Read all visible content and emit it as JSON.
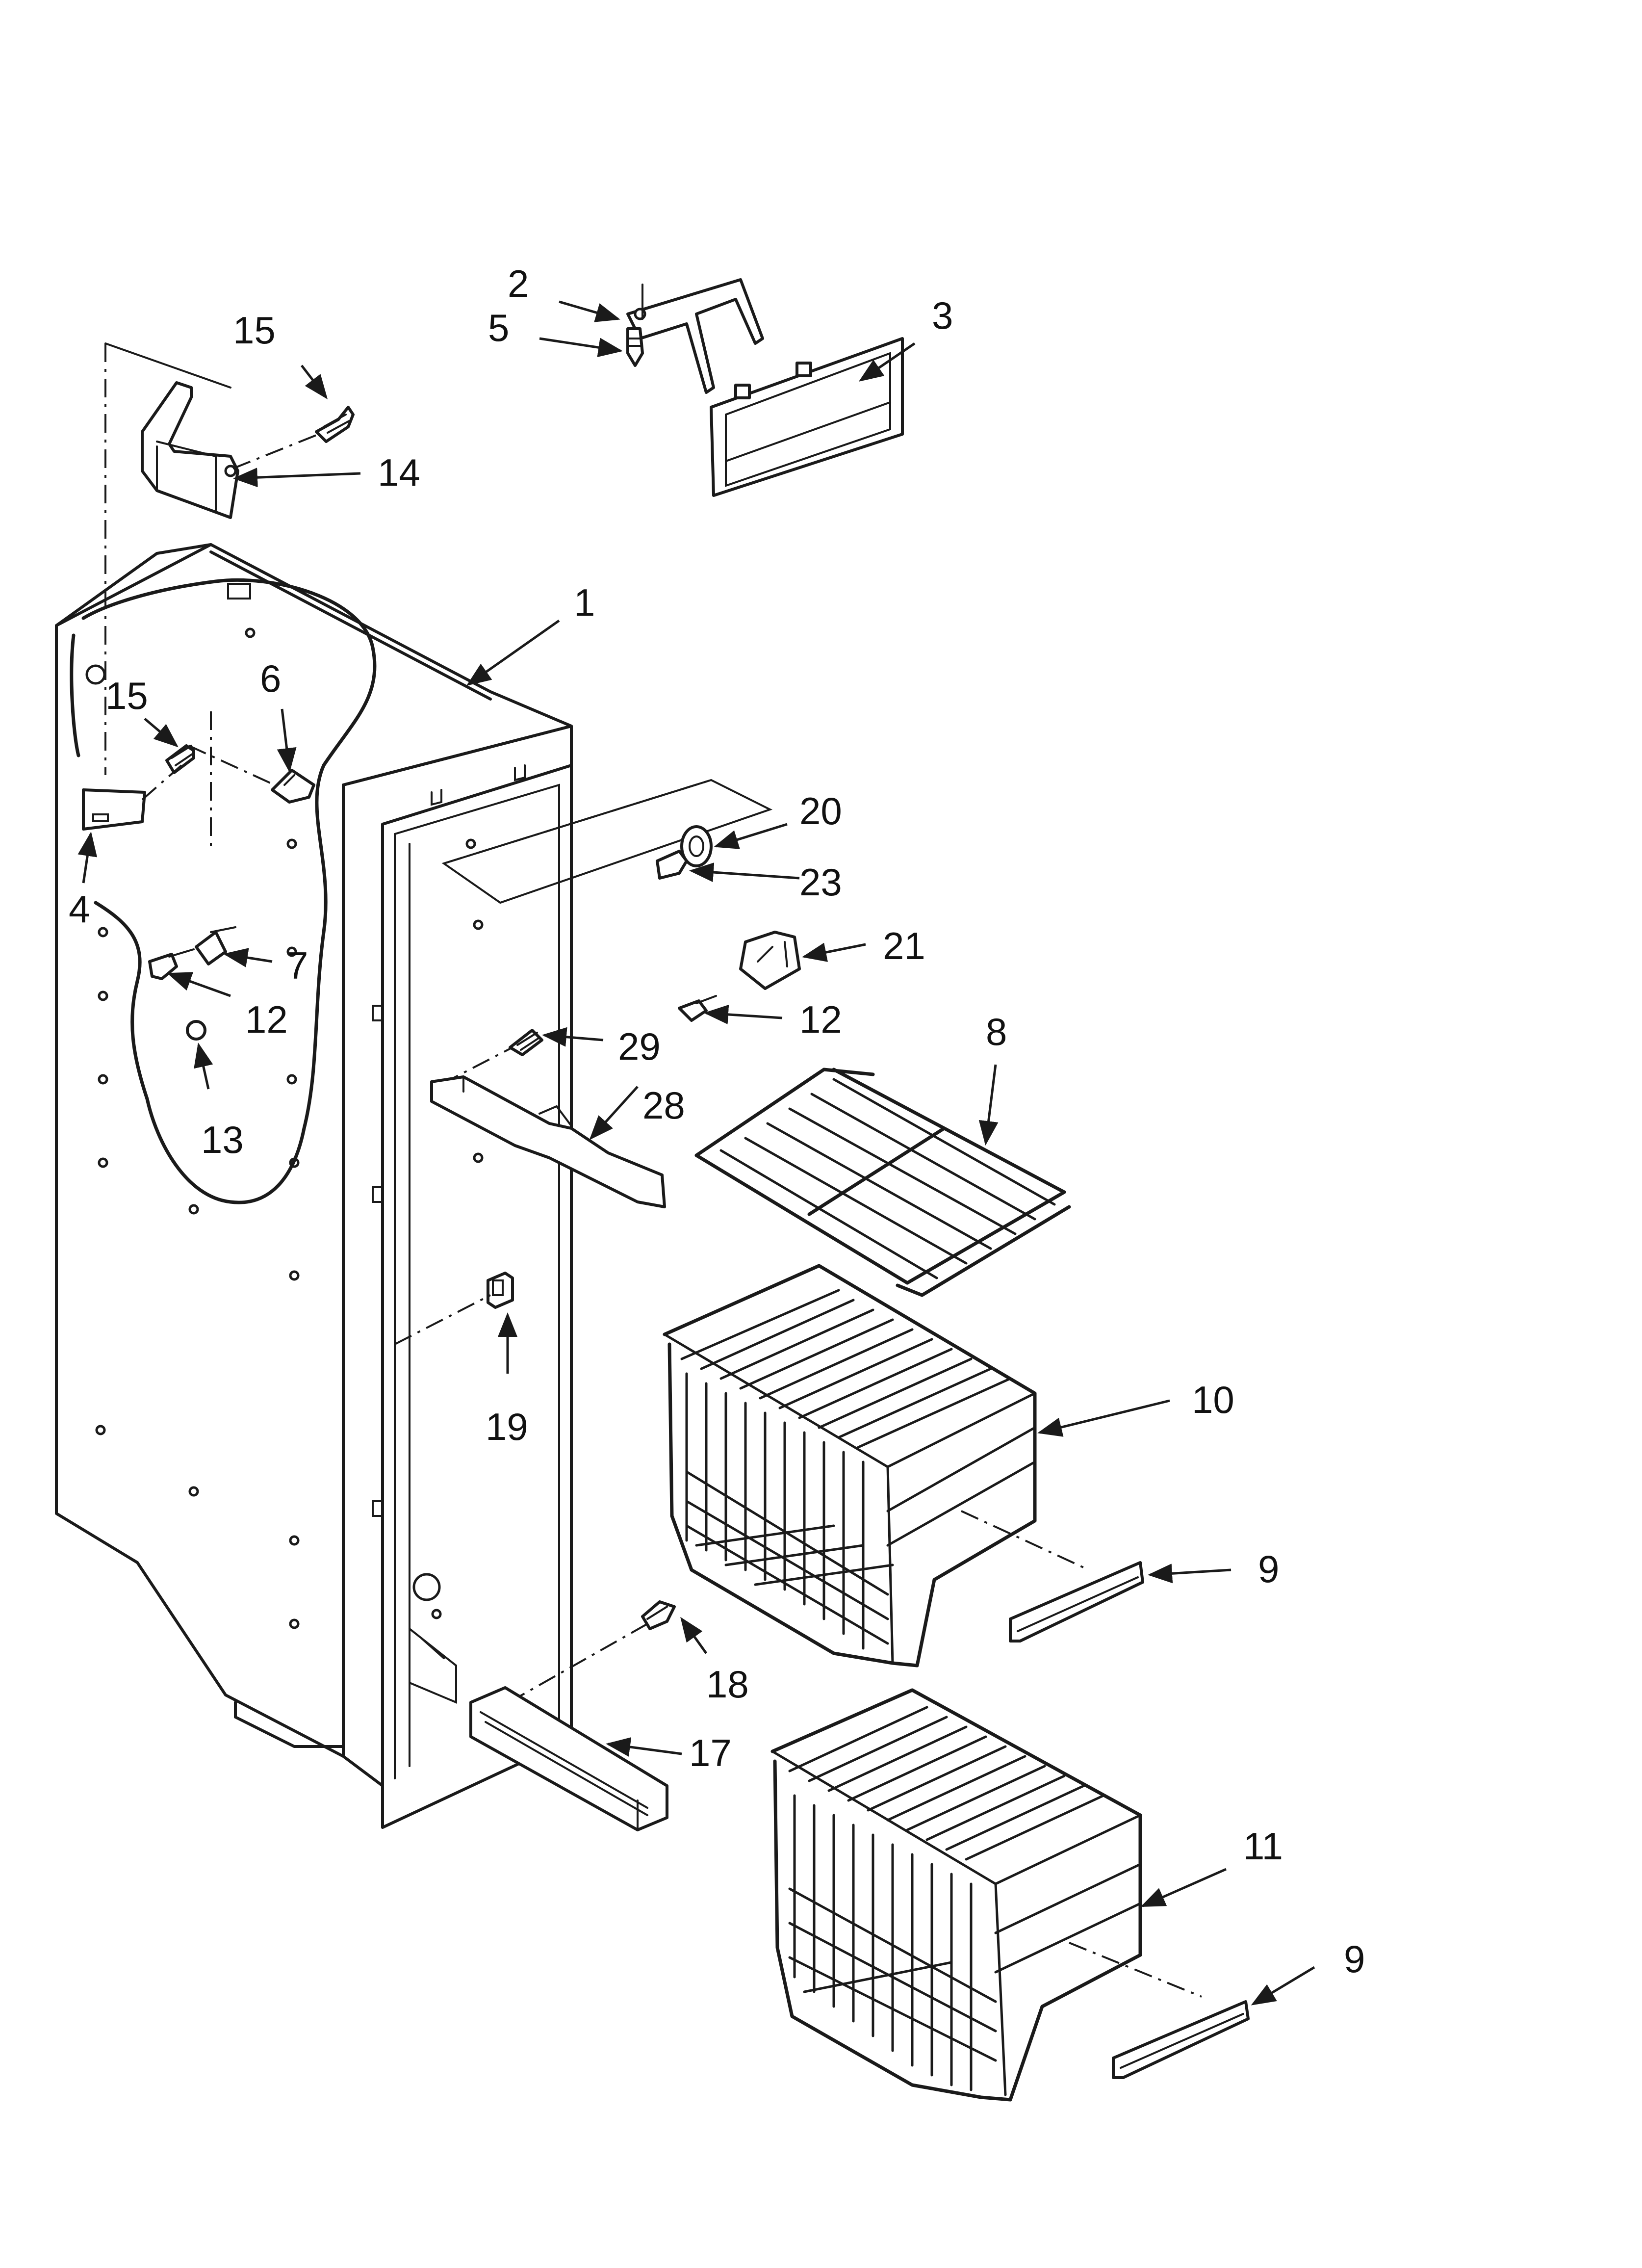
{
  "callouts": [
    {
      "id": "c1",
      "label": "1"
    },
    {
      "id": "c2",
      "label": "2"
    },
    {
      "id": "c3",
      "label": "3"
    },
    {
      "id": "c4",
      "label": "4"
    },
    {
      "id": "c5",
      "label": "5"
    },
    {
      "id": "c6",
      "label": "6"
    },
    {
      "id": "c7",
      "label": "7"
    },
    {
      "id": "c8",
      "label": "8"
    },
    {
      "id": "c9a",
      "label": "9"
    },
    {
      "id": "c9b",
      "label": "9"
    },
    {
      "id": "c10",
      "label": "10"
    },
    {
      "id": "c11",
      "label": "11"
    },
    {
      "id": "c12a",
      "label": "12"
    },
    {
      "id": "c12b",
      "label": "12"
    },
    {
      "id": "c13",
      "label": "13"
    },
    {
      "id": "c14",
      "label": "14"
    },
    {
      "id": "c15a",
      "label": "15"
    },
    {
      "id": "c15b",
      "label": "15"
    },
    {
      "id": "c17",
      "label": "17"
    },
    {
      "id": "c18",
      "label": "18"
    },
    {
      "id": "c19",
      "label": "19"
    },
    {
      "id": "c20",
      "label": "20"
    },
    {
      "id": "c21",
      "label": "21"
    },
    {
      "id": "c23",
      "label": "23"
    },
    {
      "id": "c28",
      "label": "28"
    },
    {
      "id": "c29",
      "label": "29"
    }
  ]
}
